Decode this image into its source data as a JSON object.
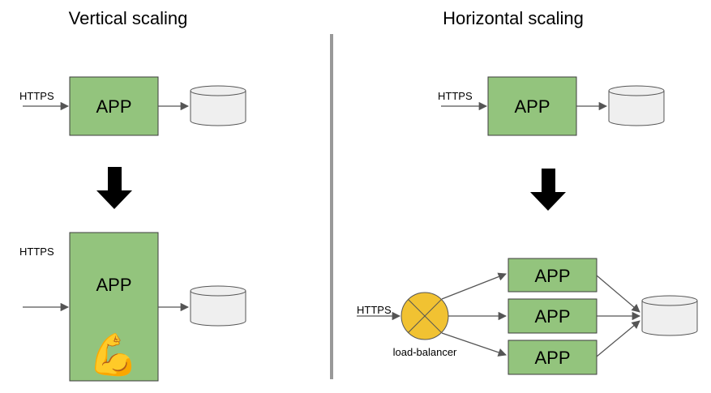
{
  "left": {
    "title": "Vertical scaling",
    "top": {
      "protocol": "HTTPS",
      "app": "APP"
    },
    "bottom": {
      "protocol": "HTTPS",
      "app": "APP",
      "emoji": "💪",
      "emoji_name": "flexed-biceps-icon"
    }
  },
  "right": {
    "title": "Horizontal scaling",
    "top": {
      "protocol": "HTTPS",
      "app": "APP"
    },
    "bottom": {
      "protocol": "HTTPS",
      "load_balancer": "load-balancer",
      "apps": [
        "APP",
        "APP",
        "APP"
      ]
    }
  },
  "colors": {
    "app_fill": "#93c47d",
    "app_stroke": "#3d3d3d",
    "db_fill": "#efefef",
    "db_stroke": "#555555",
    "lb_fill": "#f1c232",
    "arrow": "#555555",
    "divider": "#999999",
    "big_arrow": "#000000"
  }
}
